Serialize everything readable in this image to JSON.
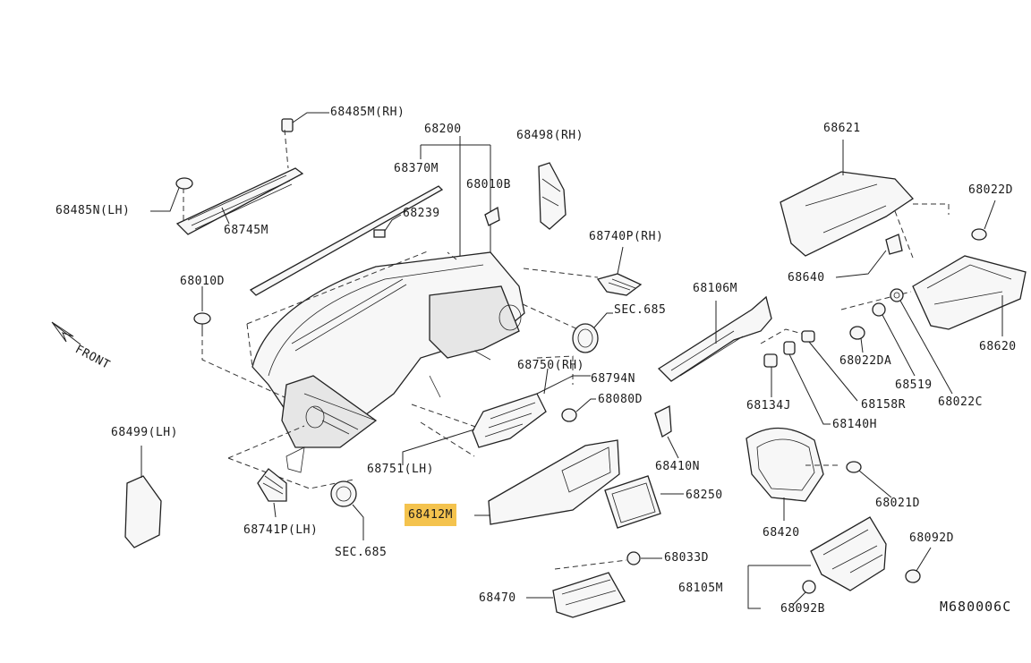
{
  "diagram": {
    "code": "M680006C",
    "direction": "FRONT",
    "highlighted_part": "68412M",
    "labels": {
      "p68485M_RH": "68485M(RH)",
      "p68200": "68200",
      "p68498_RH": "68498(RH)",
      "p68621": "68621",
      "p68370M": "68370M",
      "p68010B": "68010B",
      "p68022D": "68022D",
      "p68485N_LH": "68485N(LH)",
      "p68239": "68239",
      "p68745M": "68745M",
      "p68740P_RH": "68740P(RH)",
      "p68640": "68640",
      "p68010D": "68010D",
      "p68106M": "68106M",
      "p68620": "68620",
      "SEC685_a": "SEC.685",
      "p68022DA": "68022DA",
      "p68519": "68519",
      "p68750_RH": "68750(RH)",
      "p68794N": "68794N",
      "p68022C": "68022C",
      "p68080D": "68080D",
      "p68134J": "68134J",
      "p68158R": "68158R",
      "p68140H": "68140H",
      "p68499_LH": "68499(LH)",
      "p68410N": "68410N",
      "p68751_LH": "68751(LH)",
      "p68021D": "68021D",
      "p68250": "68250",
      "p68412M": "68412M",
      "p68420": "68420",
      "p68741P_LH": "68741P(LH)",
      "p68092D": "68092D",
      "SEC685_b": "SEC.685",
      "p68033D": "68033D",
      "p68105M": "68105M",
      "p68470": "68470",
      "p68092B": "68092B"
    }
  }
}
